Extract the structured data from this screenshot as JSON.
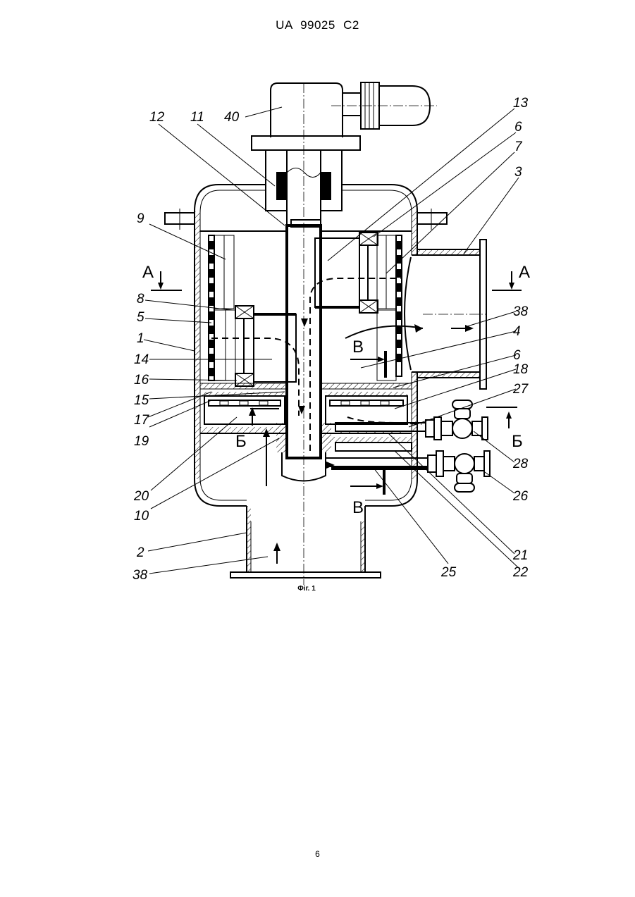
{
  "header": {
    "doc_code": "UA   99025   C2"
  },
  "figure": {
    "caption": "Фіг. 1",
    "part_labels": [
      {
        "id": "lbl-40",
        "text": "40"
      },
      {
        "id": "lbl-12",
        "text": "12"
      },
      {
        "id": "lbl-11",
        "text": "11"
      },
      {
        "id": "lbl-13",
        "text": "13"
      },
      {
        "id": "lbl-6a",
        "text": "6"
      },
      {
        "id": "lbl-7",
        "text": "7"
      },
      {
        "id": "lbl-3",
        "text": "3"
      },
      {
        "id": "lbl-9",
        "text": "9"
      },
      {
        "id": "lbl-8",
        "text": "8"
      },
      {
        "id": "lbl-5",
        "text": "5"
      },
      {
        "id": "lbl-1",
        "text": "1"
      },
      {
        "id": "lbl-14",
        "text": "14"
      },
      {
        "id": "lbl-16",
        "text": "16"
      },
      {
        "id": "lbl-15",
        "text": "15"
      },
      {
        "id": "lbl-17",
        "text": "17"
      },
      {
        "id": "lbl-19",
        "text": "19"
      },
      {
        "id": "lbl-20",
        "text": "20"
      },
      {
        "id": "lbl-10",
        "text": "10"
      },
      {
        "id": "lbl-2",
        "text": "2"
      },
      {
        "id": "lbl-38b",
        "text": "38"
      },
      {
        "id": "lbl-38a",
        "text": "38"
      },
      {
        "id": "lbl-4",
        "text": "4"
      },
      {
        "id": "lbl-6b",
        "text": "6"
      },
      {
        "id": "lbl-18",
        "text": "18"
      },
      {
        "id": "lbl-27",
        "text": "27"
      },
      {
        "id": "lbl-28",
        "text": "28"
      },
      {
        "id": "lbl-26",
        "text": "26"
      },
      {
        "id": "lbl-21",
        "text": "21"
      },
      {
        "id": "lbl-22",
        "text": "22"
      },
      {
        "id": "lbl-25",
        "text": "25"
      }
    ],
    "section_marks": [
      {
        "id": "sec-A-left",
        "text": "A"
      },
      {
        "id": "sec-A-right",
        "text": "A"
      },
      {
        "id": "sec-B-left",
        "text": "Б"
      },
      {
        "id": "sec-B-right",
        "text": "Б"
      },
      {
        "id": "sec-V-top",
        "text": "В"
      },
      {
        "id": "sec-V-bottom",
        "text": "В"
      }
    ]
  },
  "footer": {
    "page_number": "6"
  }
}
